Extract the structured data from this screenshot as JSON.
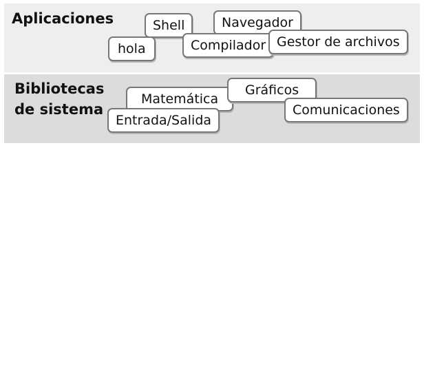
{
  "layers": [
    {
      "title": "Aplicaciones",
      "components": [
        "Shell",
        "Navegador",
        "hola",
        "Compilador",
        "Gestor de archivos"
      ]
    },
    {
      "title": "Bibliotecas\nde sistema",
      "components": [
        "Matemática",
        "Gráficos",
        "Comunicaciones",
        "Entrada/Salida"
      ]
    }
  ],
  "colors": {
    "layer_apps_bg": "#eeeeee",
    "layer_libs_bg": "#dcdcdc",
    "box_border": "#777777",
    "box_bg": "#ffffff"
  }
}
